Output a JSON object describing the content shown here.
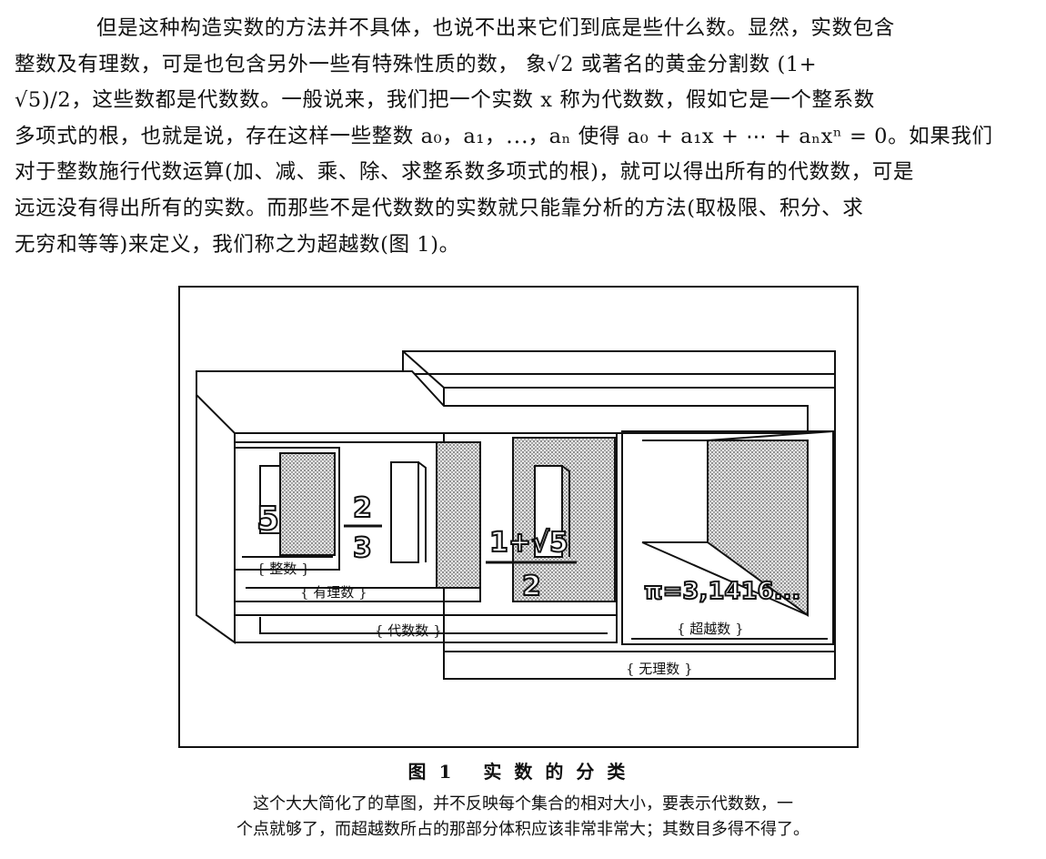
{
  "paragraph": {
    "lines": [
      "但是这种构造实数的方法并不具体，也说不出来它们到底是些什么数。显然，实数包含",
      "整数及有理数，可是也包含另外一些有特殊性质的数，  象√2 或著名的黄金分割数 (1+",
      "√5)/2，这些数都是代数数。一般说来，我们把一个实数 x 称为代数数，假如它是一个整系数",
      "多项式的根，也就是说，存在这样一些整数 a₀，a₁，⋯，aₙ 使得 a₀ + a₁x + ⋯ + aₙxⁿ = 0。如果我们",
      "对于整数施行代数运算(加、减、乘、除、求整系数多项式的根)，就可以得出所有的代数数，可是",
      "远远没有得出所有的实数。而那些不是代数数的实数就只能靠分析的方法(取极限、积分、求",
      "无穷和等等)来定义，我们称之为超越数(图 1)。"
    ]
  },
  "figure": {
    "labels": {
      "integers": "{ 整数 }",
      "rationals": "{ 有理数 }",
      "algebraic": "{ 代数数 }",
      "transcendental": "{ 超越数 }",
      "irrational": "{ 无理数 }"
    },
    "numbers": {
      "integer_example": "5",
      "fraction_num": "2",
      "fraction_den": "3",
      "golden_num": "1+√5",
      "golden_den": "2",
      "pi": "π=3,1416..."
    },
    "colors": {
      "ink": "#111111",
      "shade": "#9a9a9a"
    }
  },
  "caption": {
    "title": "图1 实数的分类",
    "note_lines": [
      "这个大大简化了的草图，并不反映每个集合的相对大小，要表示代数数，一",
      "个点就够了，而超越数所占的那部分体积应该非常非常大；其数目多得不得了。"
    ]
  }
}
